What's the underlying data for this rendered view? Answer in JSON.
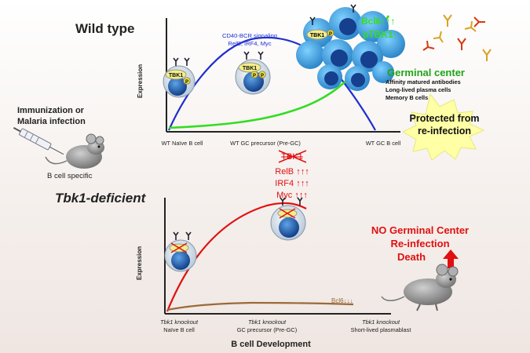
{
  "wild_type": {
    "title": "Wild type",
    "ylabel": "Expression",
    "blue_curve_label": [
      "CD40-BCR signaling",
      "RelB, IRF4, Myc"
    ],
    "xticks": [
      "WT Naïve B cell",
      "WT GC precursor (Pre-GC)",
      "WT GC B cell"
    ],
    "cluster_labels": [
      "Bcl6↑↑↑",
      "pTBK1↑"
    ],
    "gc_title": "Germinal center",
    "gc_items": [
      "Affinity matured antibodies",
      "Long-lived plasma cells",
      "Memory B cells"
    ],
    "protected": [
      "Protected from",
      "re-infection"
    ]
  },
  "immunization": {
    "lines": [
      "Immunization or",
      "Malaria infection"
    ],
    "specific": "B cell specific"
  },
  "cell_labels": {
    "tbk1": "TBK1",
    "p": "P"
  },
  "mutant_title": "Tbk1-deficient",
  "mutant": {
    "ylabel": "Expression",
    "struck": "TBK1",
    "up_labels": [
      "RelB ↑↑↑",
      "IRF4 ↑↑↑",
      "Myc ↑↑↑"
    ],
    "bcl6_label": "Bcl6↓↓↓",
    "xticks": [
      [
        "Tbk1 knockout",
        "Naïve B cell"
      ],
      [
        "Tbk1 knockout",
        "GC precursor (Pre-GC)"
      ],
      [
        "Tbk1 knockout",
        "Short-lived plasmablast"
      ]
    ],
    "xlabel": "B cell Development",
    "outcome": [
      "NO Germinal Center",
      "Re-infection",
      "Death"
    ]
  },
  "colors": {
    "blue": "#1f2fd0",
    "green": "#33dd22",
    "red": "#e01010",
    "brown": "#9a6a3a",
    "cell": "#2a6fb0"
  },
  "icons": [
    "syringe-icon",
    "mouse-icon",
    "antibody-icon",
    "up-arrow-icon",
    "b-cell-icon"
  ]
}
